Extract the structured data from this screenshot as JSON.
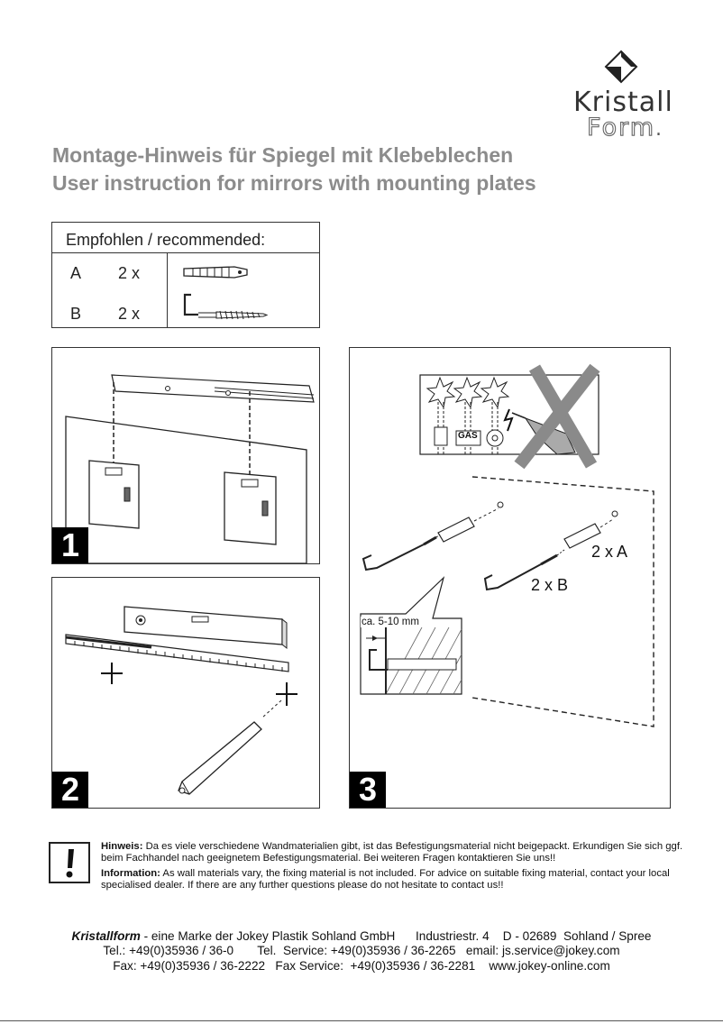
{
  "brand": {
    "line1": "Kristall",
    "line2": "Form",
    "dot": "."
  },
  "titles": {
    "german": "Montage-Hinweis für Spiegel mit Klebeblechen",
    "english": "User instruction for mirrors with mounting plates"
  },
  "recommended": {
    "header": "Empfohlen / recommended:",
    "rows": [
      {
        "letter": "A",
        "qty": "2 x",
        "item_icon": "wall-plug-icon"
      },
      {
        "letter": "B",
        "qty": "2 x",
        "item_icon": "hook-screw-icon"
      }
    ]
  },
  "steps": {
    "one": {
      "number": "1"
    },
    "two": {
      "number": "2"
    },
    "three": {
      "number": "3",
      "label_a": "2 x A",
      "label_b": "2 x B",
      "gap_label": "ca. 5-10 mm",
      "gas_label": "GAS"
    }
  },
  "notice": {
    "de_label": "Hinweis:",
    "de_text": "Da es viele verschiedene Wandmaterialien gibt, ist das Befestigungsmaterial nicht beigepackt. Erkundigen Sie sich ggf. beim Fachhandel nach geeignetem Befestigungsmaterial. Bei weiteren Fragen kontaktieren Sie uns!!",
    "en_label": "Information:",
    "en_text": "As wall materials vary, the fixing material is not included. For advice on suitable fixing material, contact your local specialised dealer. If there are any further questions please do not hesitate to contact us!!"
  },
  "footer": {
    "brand": "Kristallform",
    "line1_rest": " - eine Marke der Jokey Plastik Sohland GmbH      Industriestr. 4    D - 02689  Sohland / Spree",
    "line2": "Tel.: +49(0)35936 / 36-0       Tel.  Service: +49(0)35936 / 36-2265   email: js.service@jokey.com",
    "line3": "Fax: +49(0)35936 / 36-2222   Fax Service:  +49(0)35936 / 36-2281    www.jokey-online.com"
  },
  "colors": {
    "title_gray": "#8c8c8c",
    "cross_gray": "#8a8a8a",
    "ink": "#222222"
  }
}
